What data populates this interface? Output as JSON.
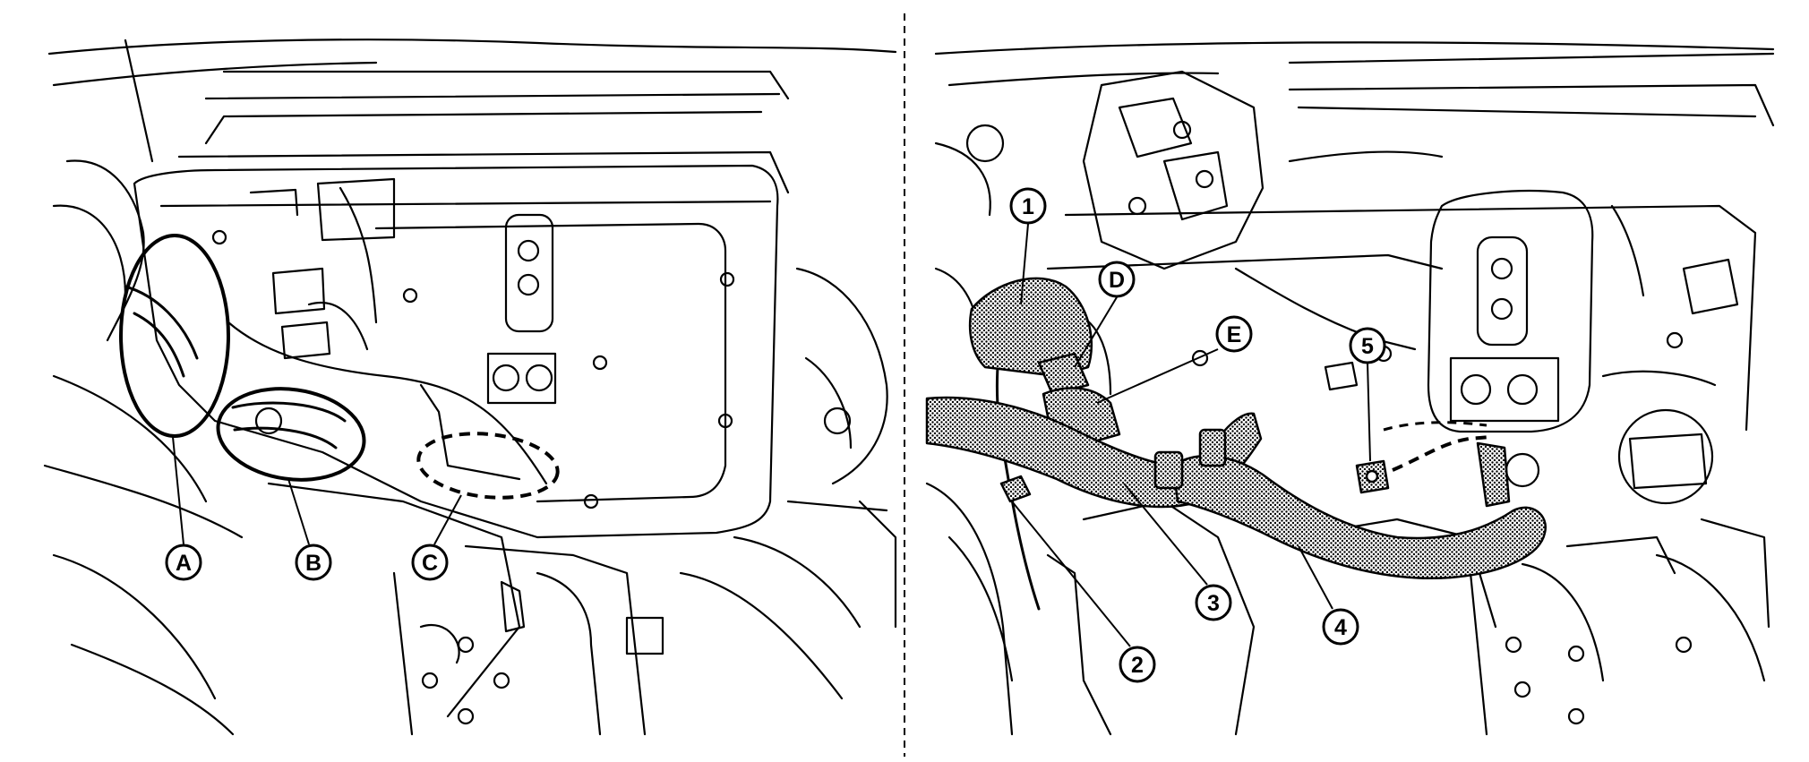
{
  "callouts": {
    "left_A": "A",
    "left_B": "B",
    "left_C": "C",
    "right_1": "1",
    "right_2": "2",
    "right_3": "3",
    "right_4": "4",
    "right_5": "5",
    "right_D": "D",
    "right_E": "E"
  },
  "colors": {
    "ink": "#000000",
    "paper": "#ffffff",
    "hose_fill": "#9a9a9a"
  }
}
